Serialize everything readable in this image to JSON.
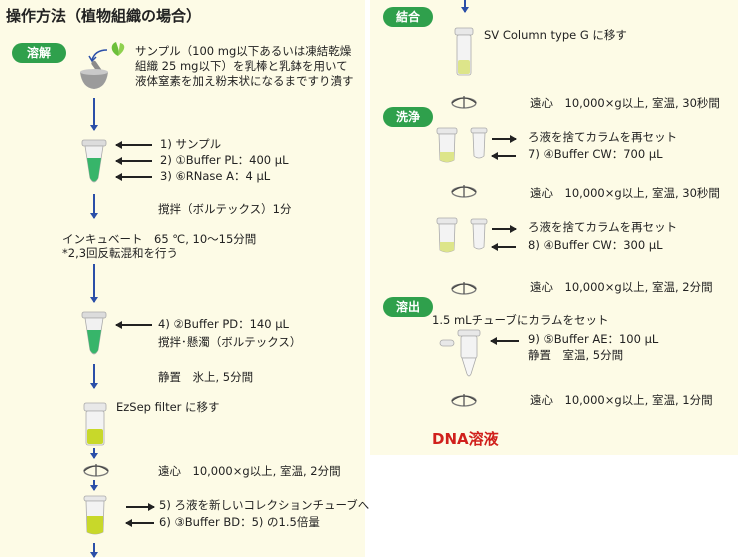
{
  "title": "操作方法（植物組織の場合）",
  "final_label": "DNA溶液",
  "badges": {
    "lysis": "溶解",
    "binding": "結合",
    "wash": "洗浄",
    "elution": "溶出"
  },
  "left": {
    "sample_desc": [
      "サンプル（100 mg以下あるいは凍結乾燥",
      "組織 25 mg以下）を乳棒と乳鉢を用いて",
      "液体窒素を加え粉末状になるまですり潰す"
    ],
    "add1": [
      "1) サンプル",
      "2) ①Buffer PL：400 µL",
      "3) ⑥RNase A：4 µL"
    ],
    "vortex1": "撹拌（ボルテックス）1分",
    "incubate": "インキュベート　65 ℃, 10～15分間",
    "incubate_note": "*2,3回反転混和を行う",
    "add2": "4) ②Buffer PD：140 µL",
    "mix2": "撹拌･懸濁（ボルテックス）",
    "rest1": "静置　氷上, 5分間",
    "ezsep": "EzSep filter に移す",
    "cent1": "遠心　10,000×g以上, 室温, 2分間",
    "step5": "5) ろ液を新しいコレクションチューブへ",
    "step6": "6) ③Buffer BD：5) の1.5倍量"
  },
  "right": {
    "svcol": "SV Column type G に移す",
    "cent2": "遠心　10,000×g以上, 室温, 30秒間",
    "discard1": "ろ液を捨てカラムを再セット",
    "step7": "7) ④Buffer CW：700 µL",
    "cent3": "遠心　10,000×g以上, 室温, 30秒間",
    "discard2": "ろ液を捨てカラムを再セット",
    "step8": "8) ④Buffer CW：300 µL",
    "cent4": "遠心　10,000×g以上, 室温, 2分間",
    "settube": "1.5 mLチューブにカラムをセット",
    "step9": "9) ⑤Buffer AE：100 µL",
    "rest2": "静置　室温, 5分間",
    "cent5": "遠心　10,000×g以上, 室温, 1分間"
  },
  "colors": {
    "badge_green": "#2fa04c",
    "arrow_blue": "#2b4fa8",
    "final_red": "#d0201c",
    "panel_bg": "#fdfbe6"
  }
}
